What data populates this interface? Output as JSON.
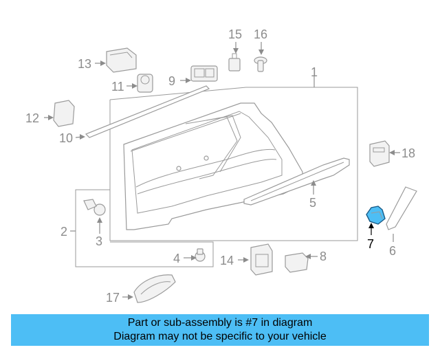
{
  "diagram": {
    "callouts": [
      {
        "id": "1",
        "label": "1"
      },
      {
        "id": "2",
        "label": "2"
      },
      {
        "id": "3",
        "label": "3"
      },
      {
        "id": "4",
        "label": "4"
      },
      {
        "id": "5",
        "label": "5"
      },
      {
        "id": "6",
        "label": "6"
      },
      {
        "id": "7",
        "label": "7"
      },
      {
        "id": "8",
        "label": "8"
      },
      {
        "id": "9",
        "label": "9"
      },
      {
        "id": "10",
        "label": "10"
      },
      {
        "id": "11",
        "label": "11"
      },
      {
        "id": "12",
        "label": "12"
      },
      {
        "id": "13",
        "label": "13"
      },
      {
        "id": "14",
        "label": "14"
      },
      {
        "id": "15",
        "label": "15"
      },
      {
        "id": "16",
        "label": "16"
      },
      {
        "id": "17",
        "label": "17"
      },
      {
        "id": "18",
        "label": "18"
      }
    ],
    "highlighted_part": "7",
    "highlight_color": "#4dbef5"
  },
  "banner": {
    "line1": "Part or sub-assembly is #7 in diagram",
    "line2": "Diagram may not be specific to your vehicle",
    "background": "#4dbef5"
  }
}
